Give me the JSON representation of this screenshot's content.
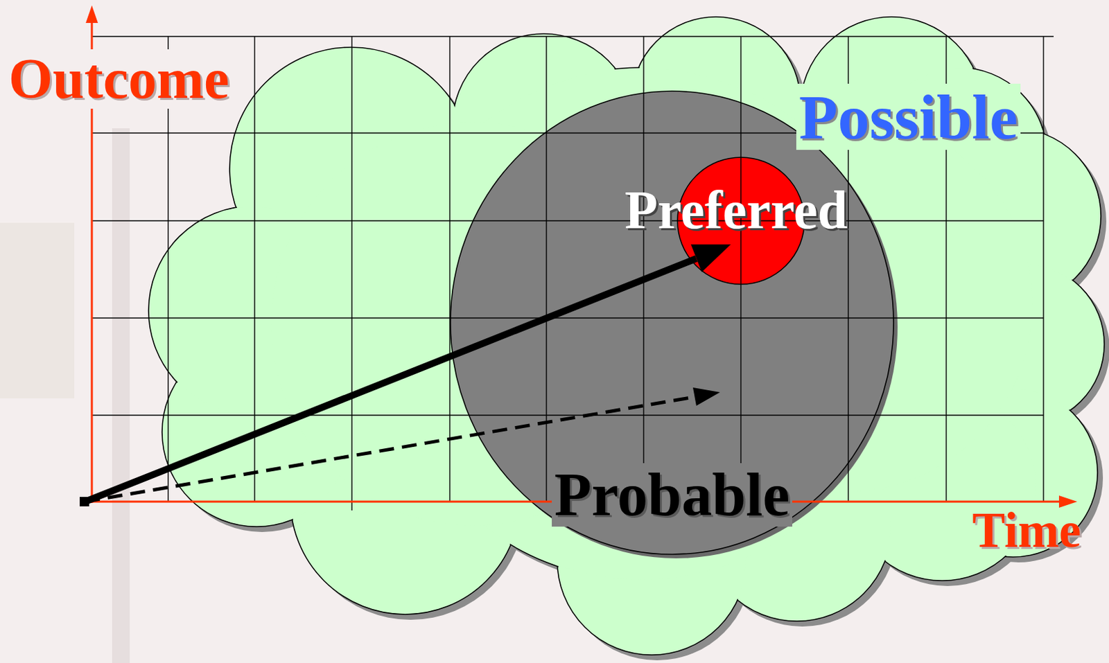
{
  "diagram": {
    "nodes": [
      {
        "text": [
          "Possible"
        ]
      },
      {
        "text": [
          "Probable"
        ],
        "in": 0
      },
      {
        "text": [
          "Preferred"
        ],
        "in": 1
      }
    ],
    "labels": [
      "Outcome",
      "Time"
    ]
  }
}
